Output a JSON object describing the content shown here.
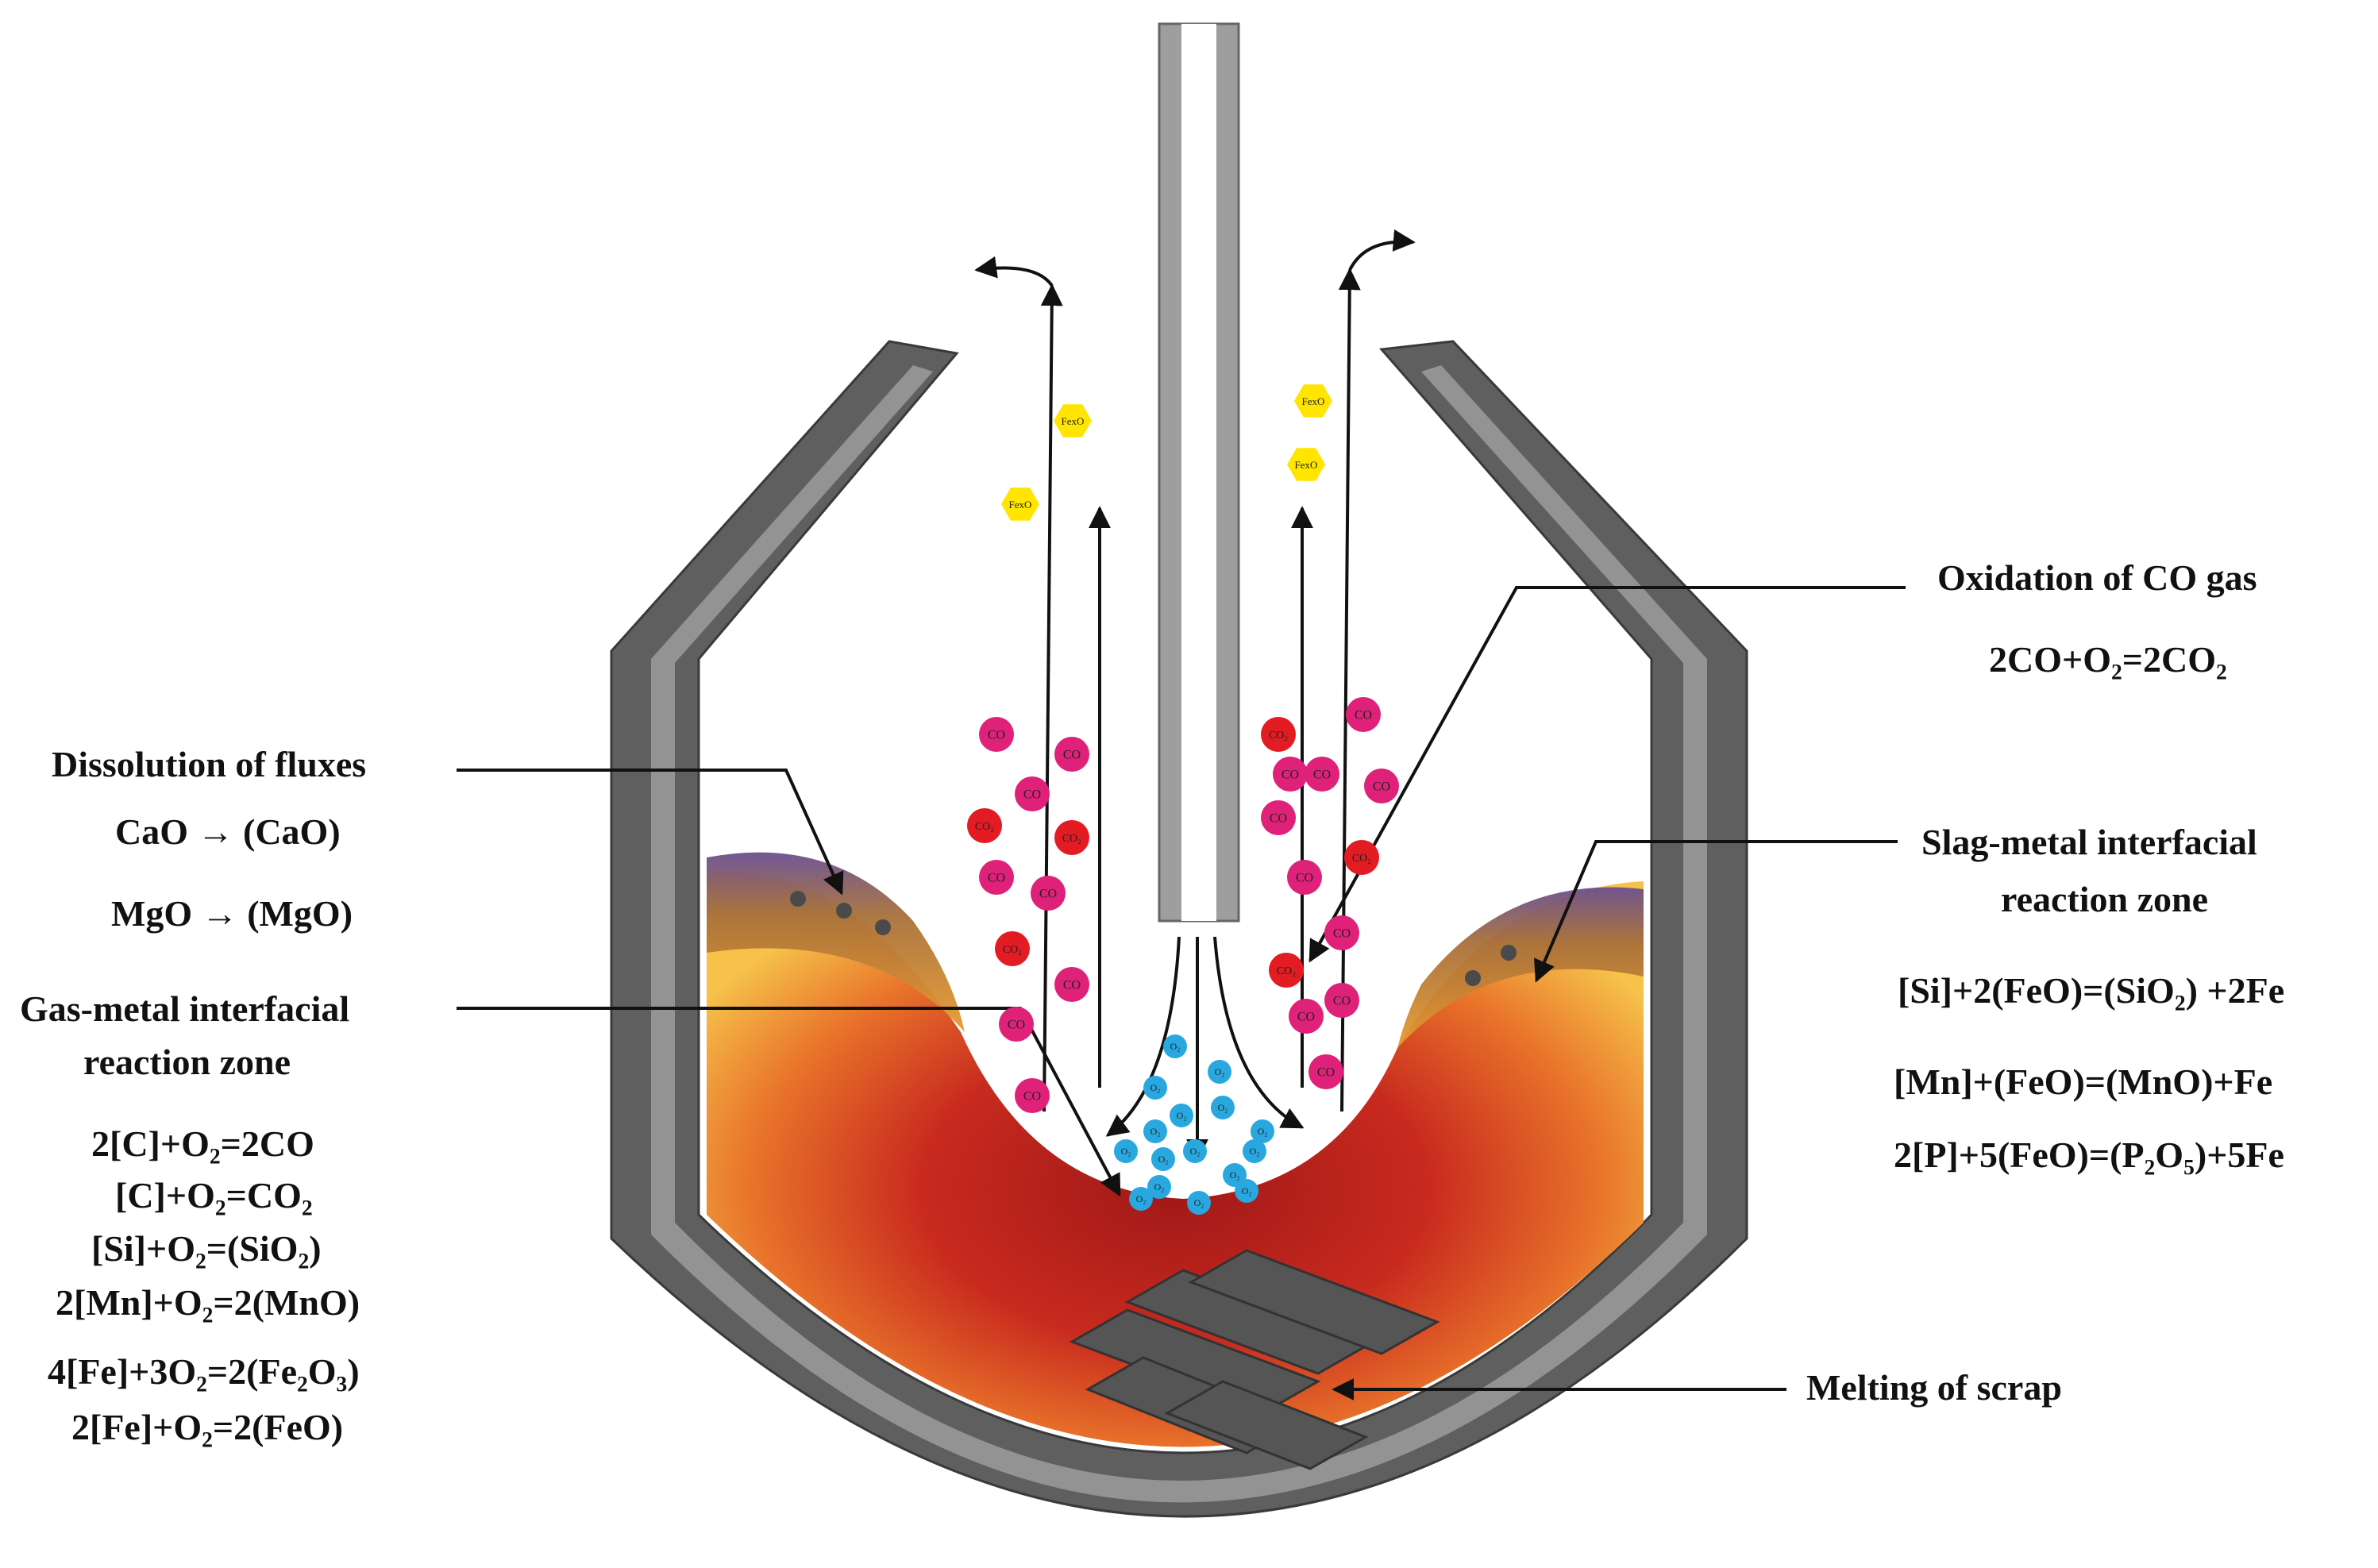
{
  "labels": {
    "dissolution_title": "Dissolution of fluxes",
    "cao_eq": "CaO → (CaO)",
    "mgo_eq": "MgO → (MgO)",
    "gas_metal_line1": "Gas-metal interfacial",
    "gas_metal_line2": "reaction zone",
    "eq_c_co": "2[C]+O₂=2CO",
    "eq_c_co2": "[C]+O₂=CO₂",
    "eq_si": "[Si]+O₂=(SiO₂)",
    "eq_mn": "2[Mn]+O₂=2(MnO)",
    "eq_fe2o3": "4[Fe]+3O₂=2(Fe₂O₃)",
    "eq_feo": "2[Fe]+O₂=2(FeO)",
    "co_oxidation_title": "Oxidation of CO gas",
    "co_oxidation_eq": "2CO+O₂=2CO₂",
    "slag_metal_line1": "Slag-metal interfacial",
    "slag_metal_line2": "reaction zone",
    "eq_si_feo": "[Si]+2(FeO)=(SiO₂) +2Fe",
    "eq_mn_feo": "[Mn]+(FeO)=(MnO)+Fe",
    "eq_p_feo": "2[P]+5(FeO)=(P₂O₅)+5Fe",
    "scrap_title": "Melting of scrap"
  },
  "particles": {
    "co_label": "CO",
    "co2_label": "CO₂",
    "o2_label": "O₂",
    "fexo_label": "FexO"
  },
  "colors": {
    "co_particle": "#e0217a",
    "co2_particle": "#e31b23",
    "o2_particle": "#29a8e0",
    "fexo_particle": "#ffe500",
    "vessel_outer": "#5a5a5a",
    "vessel_inner": "#9a9a9a",
    "molten_metal_core": "#c42020",
    "molten_metal_edge": "#f5b942",
    "slag": "#6a4c8c",
    "lance": "#a3a3a3"
  }
}
